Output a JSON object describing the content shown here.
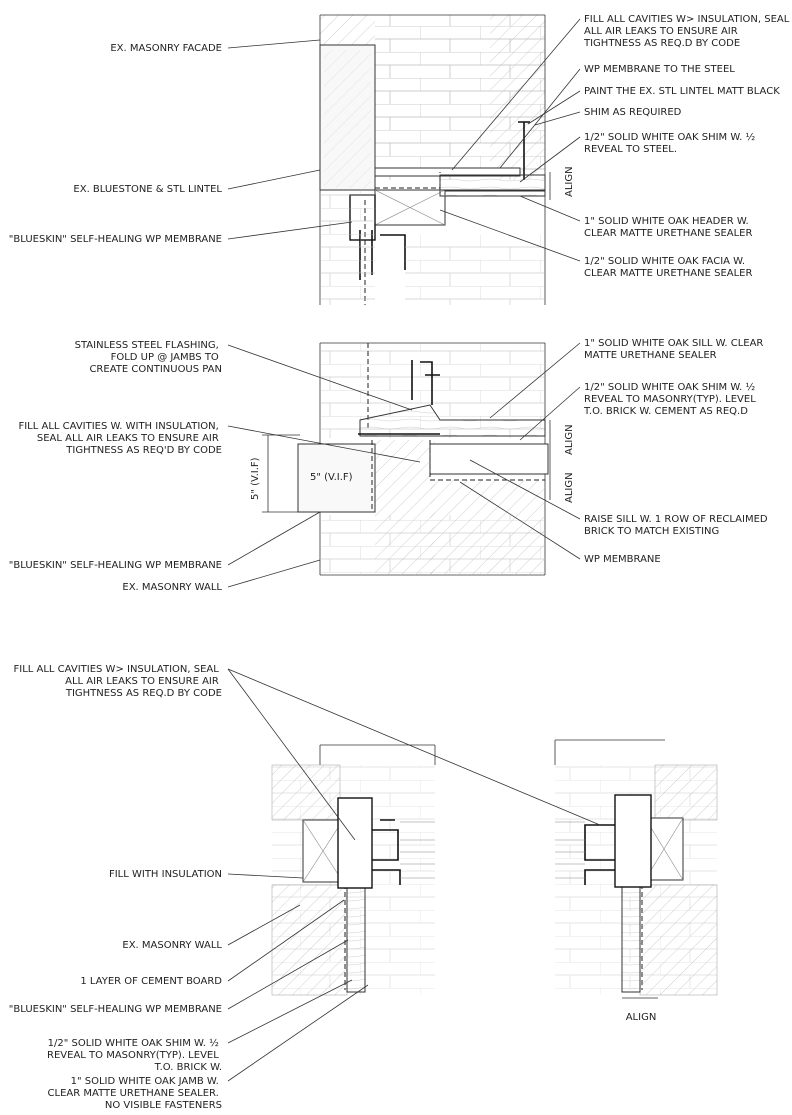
{
  "header_detail": {
    "notes_left": {
      "ex_masonry_facade": "EX. MASONRY FACADE",
      "bluestone_lintel": "EX. BLUESTONE & STL LINTEL",
      "blueskin": "\"BLUESKIN\" SELF-HEALING WP MEMBRANE"
    },
    "notes_right": {
      "fill_cavities": [
        "FILL ALL CAVITIES W> INSULATION, SEAL",
        "ALL AIR LEAKS TO ENSURE AIR",
        "TIGHTNESS AS REQ.D BY CODE"
      ],
      "wp_membrane_steel": "WP MEMBRANE TO THE STEEL",
      "paint_lintel": "PAINT THE EX. STL LINTEL MATT BLACK",
      "shim": "SHIM AS REQUIRED",
      "oak_shim": [
        "1/2\" SOLID WHITE OAK SHIM W. ½",
        "REVEAL TO STEEL."
      ],
      "oak_header": [
        "1\" SOLID WHITE OAK HEADER W.",
        "CLEAR MATTE URETHANE SEALER"
      ],
      "oak_facia": [
        "1/2\" SOLID WHITE OAK FACIA W.",
        "CLEAR MATTE URETHANE SEALER"
      ],
      "align": "ALIGN"
    }
  },
  "sill_detail": {
    "notes_left": {
      "flashing": [
        "STAINLESS STEEL FLASHING,",
        "FOLD UP @ JAMBS TO",
        "CREATE CONTINUOUS PAN"
      ],
      "fill_cavities": [
        "FILL ALL CAVITIES W. WITH INSULATION,",
        "SEAL ALL AIR LEAKS TO ENSURE AIR",
        "TIGHTNESS AS REQ'D BY CODE"
      ],
      "blueskin": "\"BLUESKIN\" SELF-HEALING WP MEMBRANE",
      "masonry_wall": "EX. MASONRY WALL"
    },
    "dimension": "5\" (V.I.F)",
    "notes_right": {
      "oak_sill": [
        "1\" SOLID WHITE OAK SILL W. CLEAR",
        "MATTE URETHANE SEALER"
      ],
      "oak_shim": [
        "1/2\" SOLID WHITE OAK SHIM W. ½",
        "REVEAL TO MASONRY(TYP). LEVEL",
        "T.O. BRICK W. CEMENT AS REQ.D"
      ],
      "raise_sill": [
        "RAISE SILL W. 1 ROW OF RECLAIMED",
        "BRICK TO MATCH EXISTING"
      ],
      "wp_membrane": "WP MEMBRANE",
      "align": "ALIGN"
    }
  },
  "jamb_detail": {
    "notes_left": {
      "fill_cavities": [
        "FILL ALL CAVITIES W> INSULATION, SEAL",
        "ALL AIR LEAKS TO ENSURE AIR",
        "TIGHTNESS AS REQ.D BY CODE"
      ],
      "fill_insulation": "FILL WITH INSULATION",
      "masonry_wall": "EX. MASONRY WALL",
      "cement_board": "1 LAYER OF CEMENT BOARD",
      "blueskin": "\"BLUESKIN\" SELF-HEALING WP MEMBRANE",
      "oak_shim": [
        "1/2\" SOLID WHITE OAK SHIM W. ½",
        "REVEAL TO MASONRY(TYP). LEVEL",
        "T.O. BRICK W."
      ],
      "oak_jamb": [
        "1\" SOLID WHITE OAK JAMB W.",
        "CLEAR MATTE URETHANE SEALER.",
        "NO VISIBLE FASTENERS"
      ]
    },
    "align": "ALIGN"
  }
}
